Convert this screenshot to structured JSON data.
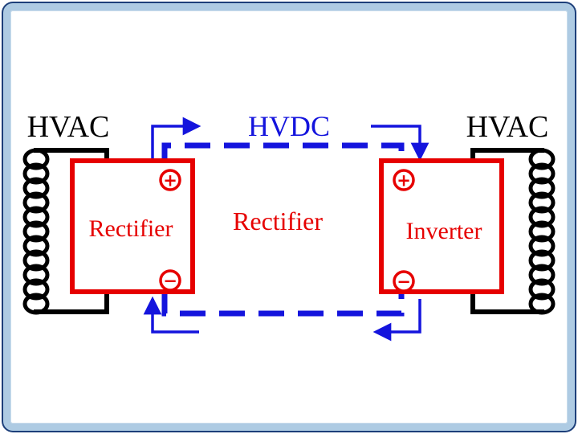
{
  "diagram": {
    "title": "HVDC transmission diagram",
    "labels": {
      "hvac_left": "HVAC",
      "hvdc": "HVDC",
      "hvac_right": "HVAC",
      "left_converter": "Rectifier",
      "center_caption": "Rectifier",
      "right_converter": "Inverter",
      "plus_terminal": "+",
      "minus_terminal": "−"
    },
    "colors": {
      "line_blue": "#1414dd",
      "converter_red": "#e60000",
      "text_black": "#000000",
      "frame_light_blue": "#aecbe3",
      "frame_dark_blue": "#1d3f7a"
    }
  }
}
